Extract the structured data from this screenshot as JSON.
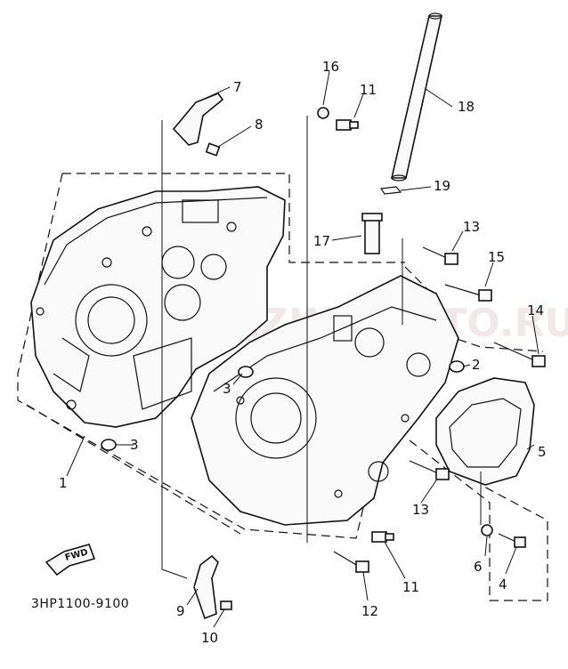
{
  "diagram": {
    "drawing_code": "3HP1100-9100",
    "forward_arrow_label": "FWD",
    "watermark_text": "AMAZINGMOTO.RU",
    "callouts": {
      "c1": "1",
      "c2": "2",
      "c3a": "3",
      "c3b": "3",
      "c4": "4",
      "c5": "5",
      "c6": "6",
      "c7": "7",
      "c8": "8",
      "c9": "9",
      "c10": "10",
      "c11a": "11",
      "c11b": "11",
      "c12": "12",
      "c13a": "13",
      "c13b": "13",
      "c14": "14",
      "c15": "15",
      "c16": "16",
      "c17": "17",
      "c18": "18",
      "c19": "19"
    }
  }
}
